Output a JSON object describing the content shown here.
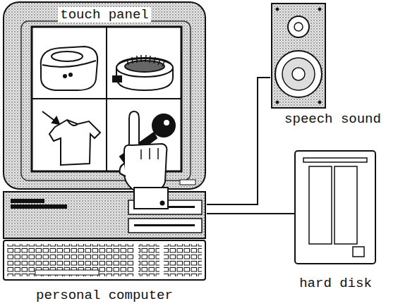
{
  "diagram": {
    "nodes": [
      {
        "text": [
          "touch panel"
        ]
      },
      {
        "text": [
          "speech sound"
        ]
      },
      {
        "text": [
          "hard disk"
        ]
      },
      {
        "text": [
          "personal computer"
        ]
      }
    ],
    "edges": [
      {
        "from": 3,
        "to": 1,
        "arrow": "none"
      },
      {
        "from": 3,
        "to": 2,
        "arrow": "none"
      }
    ]
  }
}
